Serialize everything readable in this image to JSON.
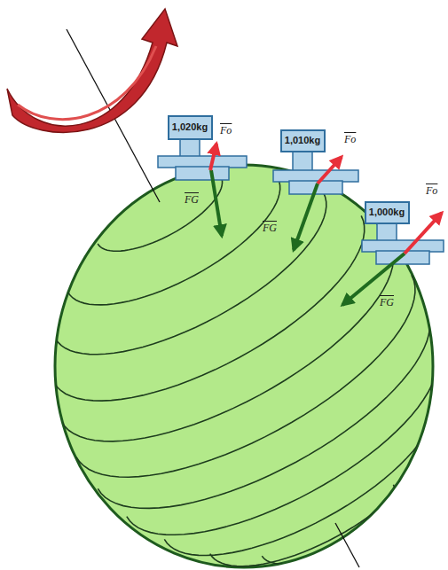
{
  "diagram": {
    "nodes": [
      {
        "text": [
          "1,020kg"
        ]
      },
      {
        "text": [
          "1,010kg"
        ]
      },
      {
        "text": [
          "1,000kg"
        ]
      }
    ],
    "labels": [
      "Fo",
      "FG",
      "Fo",
      "FG",
      "Fo",
      "FG"
    ]
  }
}
